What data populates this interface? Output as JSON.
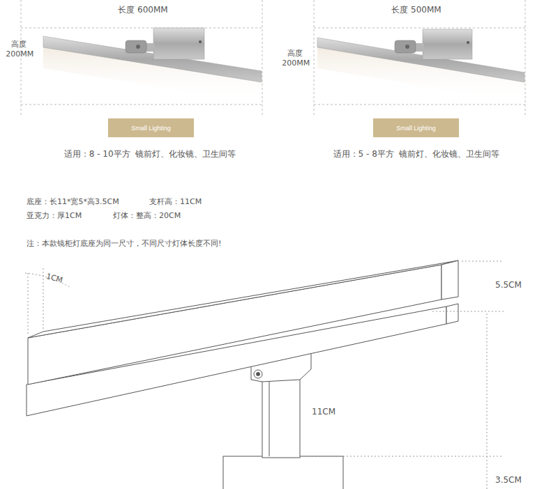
{
  "diagram": {
    "nodes": [
      {
        "text": [
          "Small Lighting"
        ]
      },
      {
        "text": [
          "Small Lighting"
        ]
      }
    ],
    "labels": [
      "长度 600MM",
      "高度 200MM",
      "适用：8 - 10平方  镜前灯、化妆镜、卫生间等",
      "长度 500MM",
      "高度 200MM",
      "适用：5 - 8平方  镜前灯、化妆镜、卫生间等",
      "底座：长11*宽5*高3.5CM",
      "支杆高：11CM",
      "亚克力：厚1CM",
      "灯体：整高：20CM",
      "注：本款镜柜灯底座为同一尺寸，不同尺寸灯体长度不同!",
      "1CM",
      "5.5CM",
      "11CM",
      "3.5CM"
    ]
  }
}
